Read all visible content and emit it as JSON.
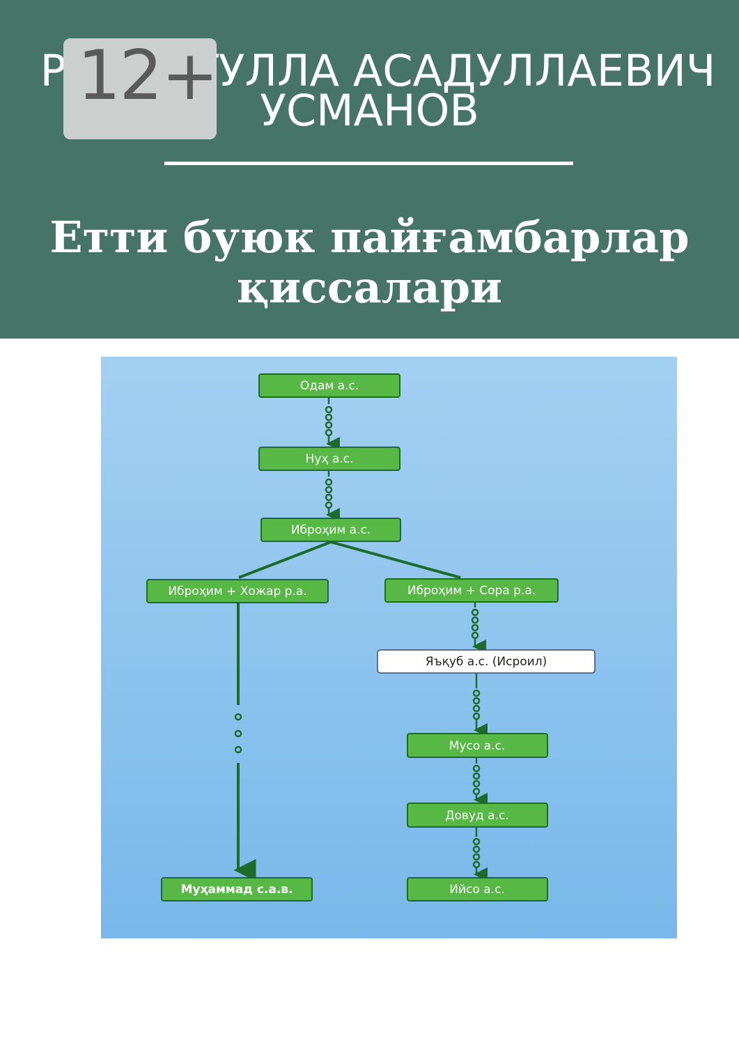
{
  "cover": {
    "age_rating": "12+",
    "author_line1": "РАҲМАТУЛЛА АСАДУЛЛАЕВИЧ",
    "author_line2": "УСМАНОВ",
    "title_line1": "Етти буюк пайғамбарлар",
    "title_line2": "қиссалари"
  },
  "colors": {
    "header_bg": "#467466",
    "diagram_bg_top": "#a3d0f2",
    "diagram_bg_bottom": "#79b8ea",
    "node_fill": "#57b846",
    "node_border": "#1d6b2b",
    "connector": "#1d6b2b",
    "white_node_fill": "#ffffff",
    "white_node_border": "#3a4a70"
  },
  "diagram": {
    "nodes": {
      "odam": "Одам а.с.",
      "nuh": "Нуҳ а.с.",
      "ibrohim": "Иброҳим а.с.",
      "hojar": "Иброҳим + Хожар р.а.",
      "sora": "Иброҳим + Сора р.а.",
      "yaqub": "Яъқуб а.с. (Исроил)",
      "muso": "Мусо а.с.",
      "dovud": "Довуд а.с.",
      "muhammad": "Муҳаммад с.а.в.",
      "iyso": "Ийсо а.с."
    }
  }
}
